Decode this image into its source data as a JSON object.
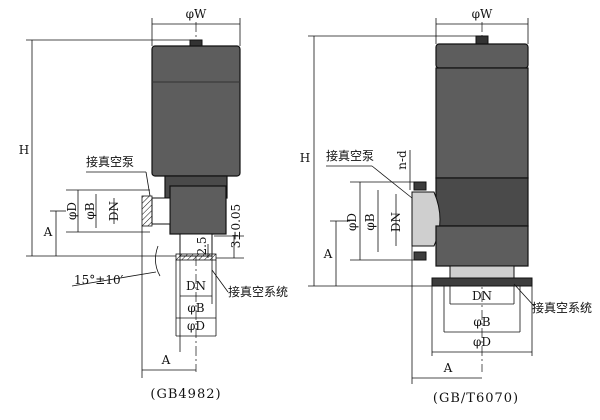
{
  "left_view": {
    "dim_w": "φW",
    "dim_h": "H",
    "pump_port": "接真空泵",
    "dim_d": "φD",
    "dim_b": "φB",
    "dim_dn_side": "DN",
    "dim_a_side": "A",
    "dim_tol": "3±0.05",
    "dim_gap": "2.5",
    "dim_angle": "15°±10′",
    "dim_dn_bottom": "DN",
    "system_port": "接真空系统",
    "dim_b_bottom": "φB",
    "dim_d_bottom": "φD",
    "dim_a_bottom": "A",
    "caption": "(GB4982)"
  },
  "right_view": {
    "dim_w": "φW",
    "dim_h": "H",
    "pump_port": "接真空泵",
    "dim_nd": "n-d",
    "dim_d": "φD",
    "dim_b": "φB",
    "dim_dn_side": "DN",
    "dim_a_side": "A",
    "dim_dn_bottom": "DN",
    "system_port": "接真空系统",
    "dim_b_bottom": "φB",
    "dim_d_bottom": "φD",
    "dim_a_bottom": "A",
    "caption": "(GB/T6070)"
  }
}
